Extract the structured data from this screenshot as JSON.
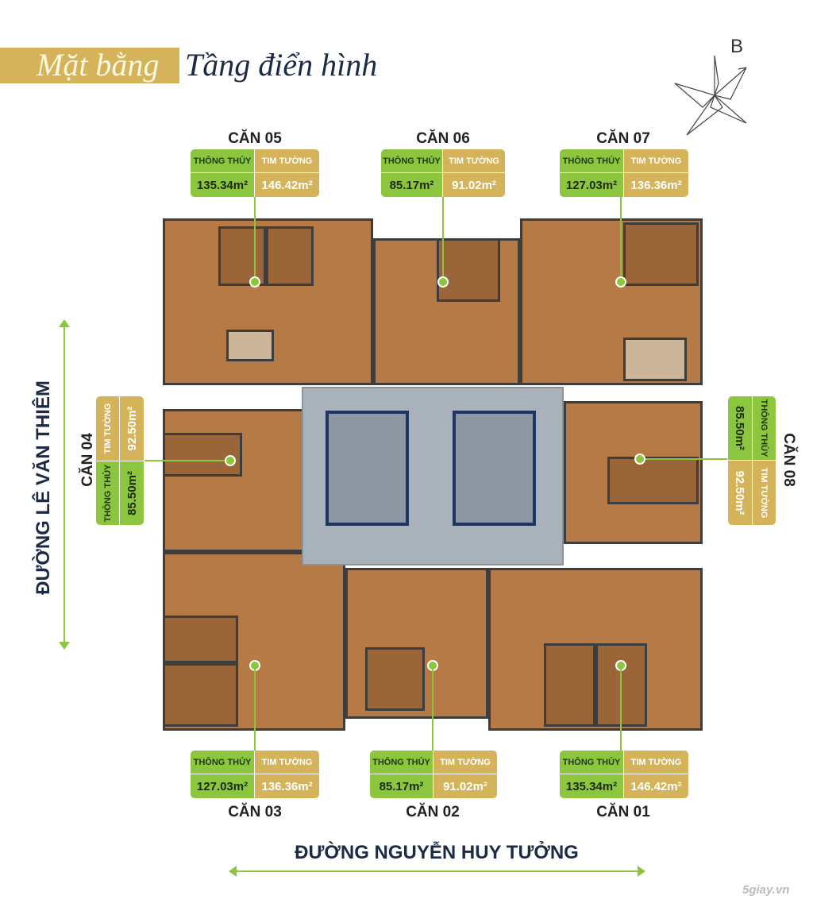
{
  "title": {
    "part1": "Mặt bằng",
    "part2": "Tầng điển hình"
  },
  "compass": {
    "label": "B",
    "icon": "compass-rose-icon"
  },
  "colors": {
    "green": "#8cc63f",
    "gold": "#d4b35a",
    "navy": "#1c2b45"
  },
  "column_labels": {
    "net": "THÔNG THỦY",
    "gross": "TIM TƯỜNG"
  },
  "units": [
    {
      "name": "CĂN 05",
      "net": "135.34m²",
      "gross": "146.42m²"
    },
    {
      "name": "CĂN 06",
      "net": "85.17m²",
      "gross": "91.02m²"
    },
    {
      "name": "CĂN 07",
      "net": "127.03m²",
      "gross": "136.36m²"
    },
    {
      "name": "CĂN 04",
      "net": "85.50m²",
      "gross": "92.50m²"
    },
    {
      "name": "CĂN 08",
      "net": "85.50m²",
      "gross": "92.50m²"
    },
    {
      "name": "CĂN 03",
      "net": "127.03m²",
      "gross": "136.36m²"
    },
    {
      "name": "CĂN 02",
      "net": "85.17m²",
      "gross": "91.02m²"
    },
    {
      "name": "CĂN 01",
      "net": "135.34m²",
      "gross": "146.42m²"
    }
  ],
  "streets": {
    "left": "ĐƯỜNG LÊ VĂN THIÊM",
    "bottom": "ĐƯỜNG NGUYỄN HUY TƯỞNG"
  },
  "watermark": "5giay.vn"
}
